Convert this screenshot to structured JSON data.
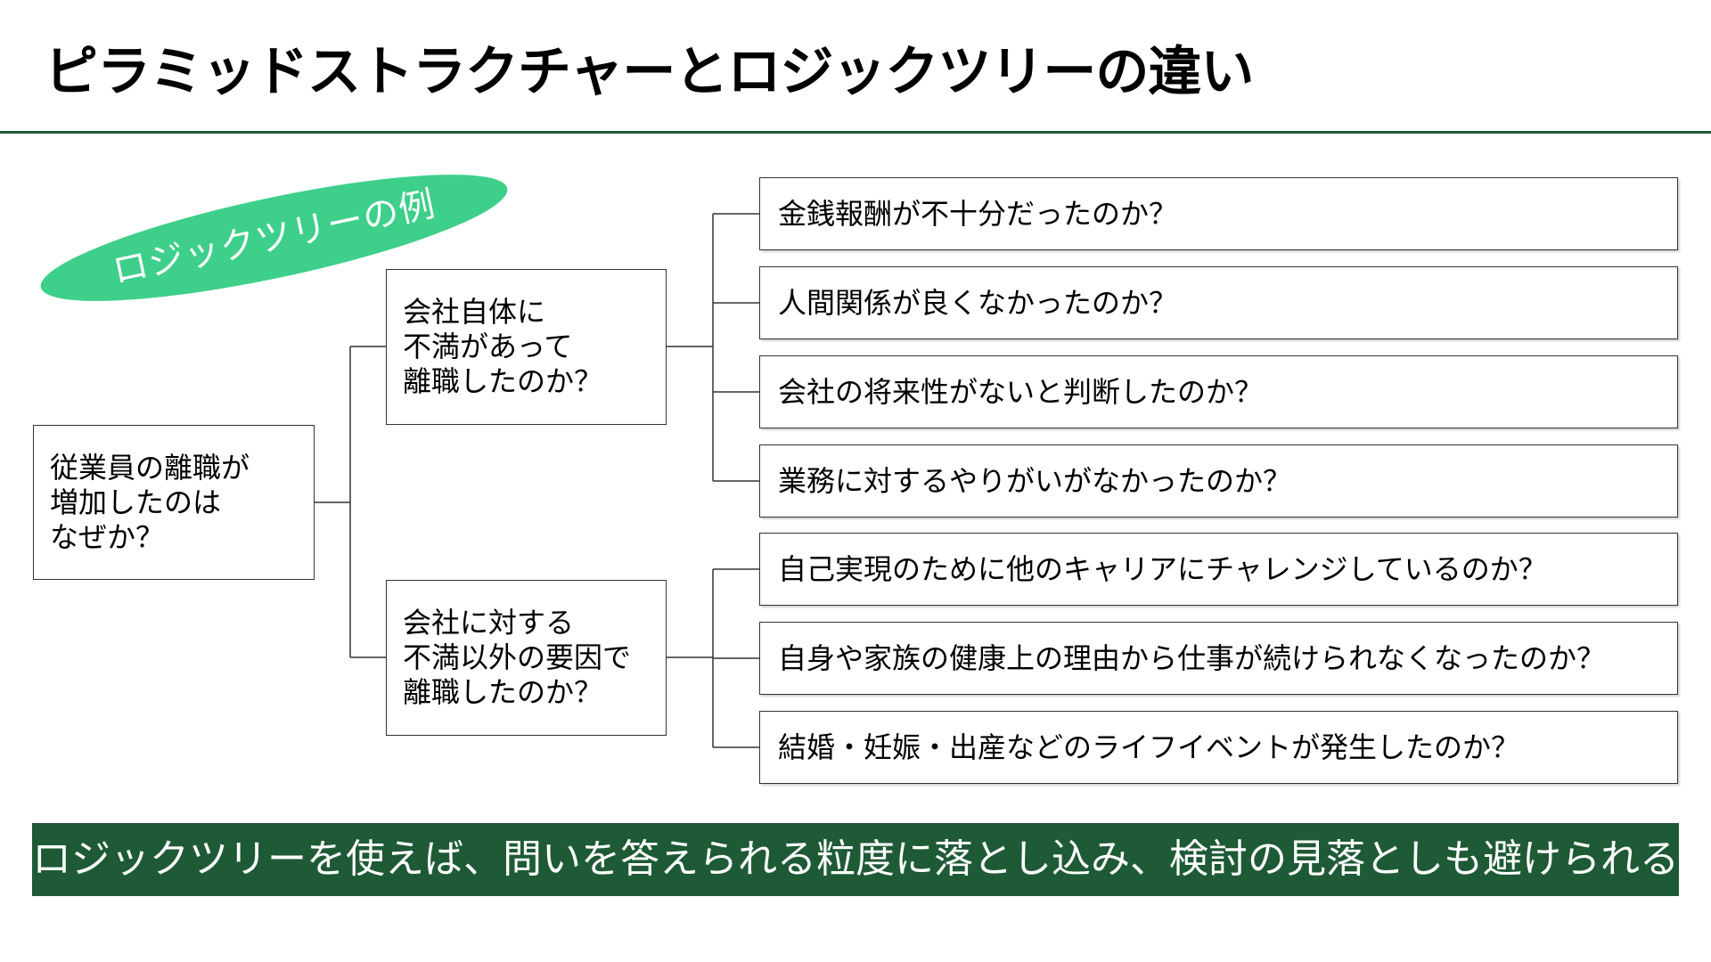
{
  "title": "ピラミッドストラクチャーとロジックツリーの違い",
  "badge": "ロジックツリーの例",
  "root": "従業員の離職が\n増加したのは\nなぜか？",
  "branches": [
    {
      "label": "会社自体に\n不満があって\n離職したのか？",
      "leaves": [
        "金銭報酬が不十分だったのか？",
        "人間関係が良くなかったのか？",
        "会社の将来性がないと判断したのか？",
        "業務に対するやりがいがなかったのか？"
      ]
    },
    {
      "label": "会社に対する\n不満以外の要因で\n離職したのか？",
      "leaves": [
        "自己実現のために他のキャリアにチャレンジしているのか？",
        "自身や家族の健康上の理由から仕事が続けられなくなったのか？",
        "結婚・妊娠・出産などのライフイベントが発生したのか？"
      ]
    }
  ],
  "conclusion": "ロジックツリーを使えば、問いを答えられる粒度に落とし込み、検討の見落としも避けられる",
  "colors": {
    "accent_dark_green": "#1e5a36",
    "badge_green": "#3ecf8a",
    "border": "#333333"
  }
}
